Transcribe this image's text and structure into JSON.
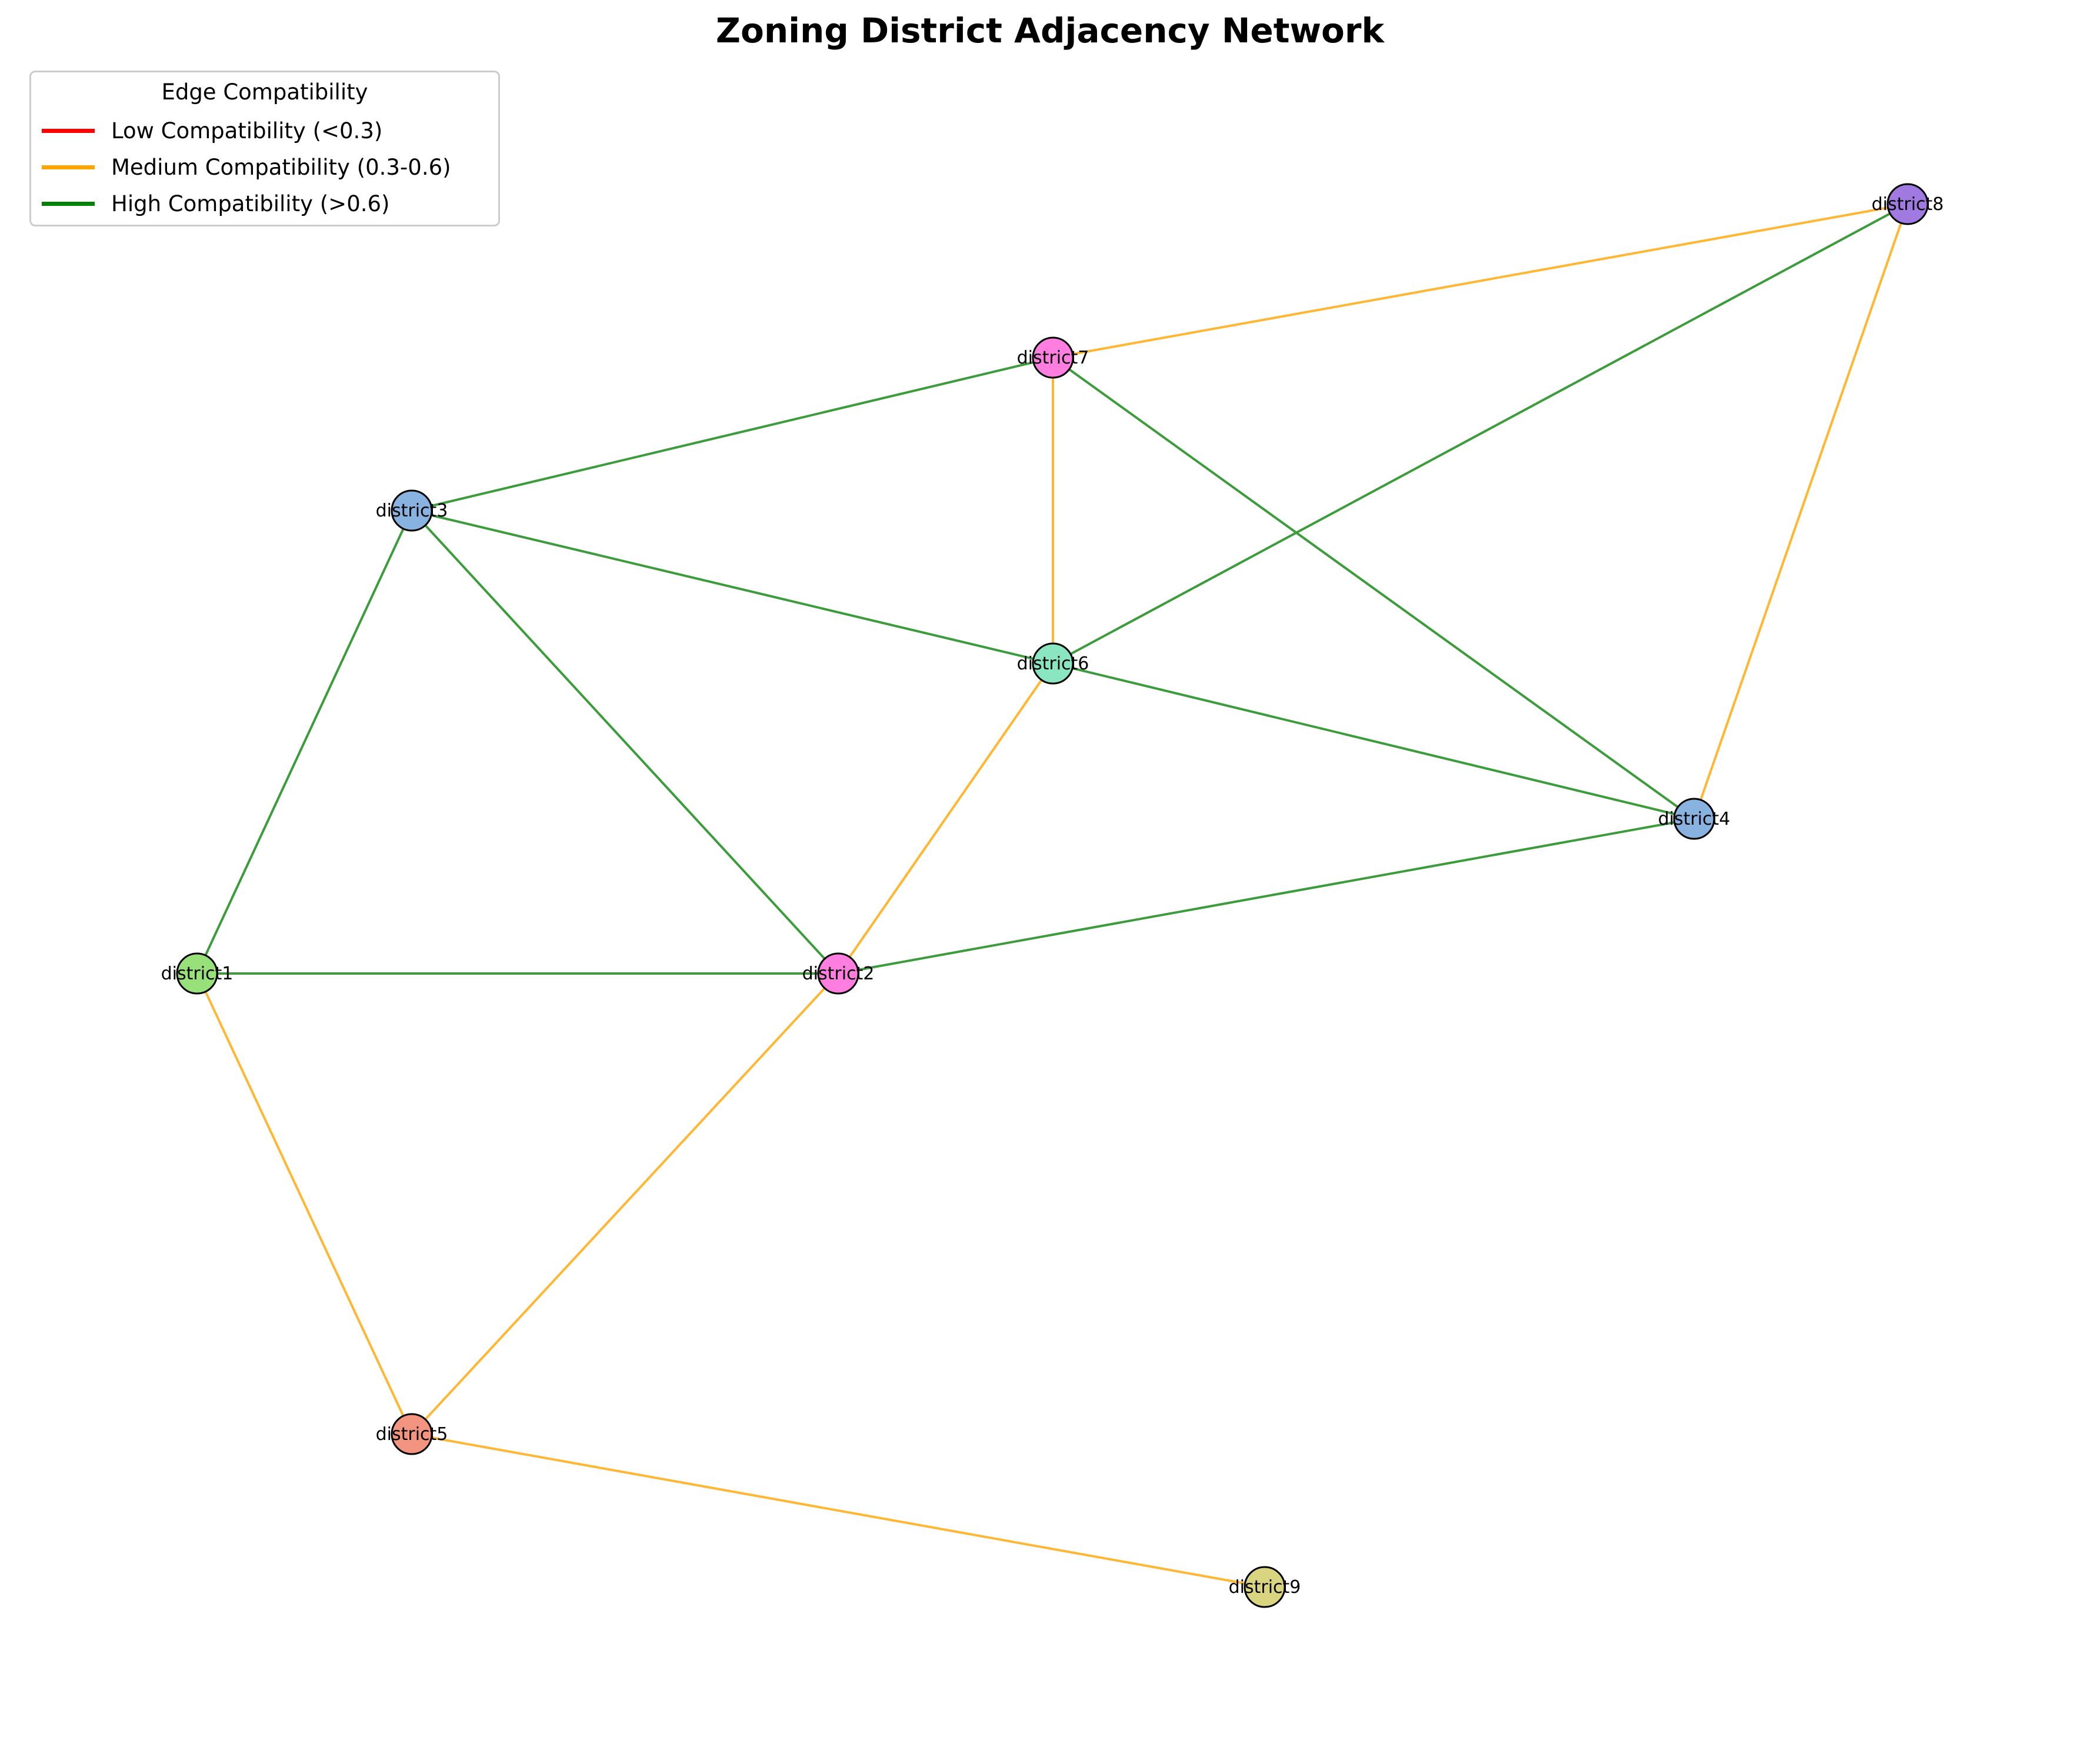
{
  "title": "Zoning District Adjacency Network",
  "legend": {
    "title": "Edge Compatibility",
    "items": [
      {
        "label": "Low Compatibility (<0.3)",
        "color": "#ff0000"
      },
      {
        "label": "Medium Compatibility (0.3-0.6)",
        "color": "#ffa500"
      },
      {
        "label": "High Compatibility (>0.6)",
        "color": "#008000"
      }
    ]
  },
  "colors": {
    "edge_medium": "#ffb733",
    "edge_high": "#3c9c3c",
    "node_stroke": "#000000"
  },
  "nodes": [
    {
      "id": "district1",
      "color": "#98e07a"
    },
    {
      "id": "district2",
      "color": "#ff7ee0"
    },
    {
      "id": "district3",
      "color": "#88b2e0"
    },
    {
      "id": "district4",
      "color": "#88b2e0"
    },
    {
      "id": "district5",
      "color": "#f29480"
    },
    {
      "id": "district6",
      "color": "#8ae6c0"
    },
    {
      "id": "district7",
      "color": "#ff7ee0"
    },
    {
      "id": "district8",
      "color": "#a07ae0"
    },
    {
      "id": "district9",
      "color": "#d8d480"
    }
  ],
  "edges": [
    {
      "source": "district1",
      "target": "district2",
      "compatibility": "high"
    },
    {
      "source": "district1",
      "target": "district3",
      "compatibility": "high"
    },
    {
      "source": "district1",
      "target": "district5",
      "compatibility": "medium"
    },
    {
      "source": "district2",
      "target": "district3",
      "compatibility": "high"
    },
    {
      "source": "district2",
      "target": "district4",
      "compatibility": "high"
    },
    {
      "source": "district2",
      "target": "district5",
      "compatibility": "medium"
    },
    {
      "source": "district2",
      "target": "district6",
      "compatibility": "medium"
    },
    {
      "source": "district3",
      "target": "district6",
      "compatibility": "high"
    },
    {
      "source": "district3",
      "target": "district7",
      "compatibility": "high"
    },
    {
      "source": "district4",
      "target": "district6",
      "compatibility": "high"
    },
    {
      "source": "district4",
      "target": "district7",
      "compatibility": "high"
    },
    {
      "source": "district4",
      "target": "district8",
      "compatibility": "medium"
    },
    {
      "source": "district5",
      "target": "district9",
      "compatibility": "medium"
    },
    {
      "source": "district6",
      "target": "district7",
      "compatibility": "medium"
    },
    {
      "source": "district6",
      "target": "district8",
      "compatibility": "high"
    },
    {
      "source": "district7",
      "target": "district8",
      "compatibility": "medium"
    }
  ]
}
